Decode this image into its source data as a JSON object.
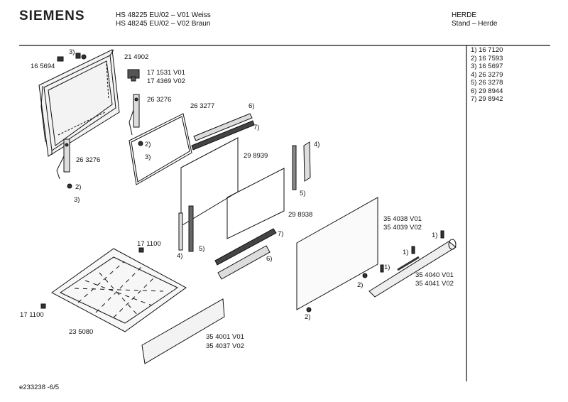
{
  "header": {
    "brand": "SIEMENS",
    "model_line_1": "HS 48225 EU/02 – V01 Weiss",
    "model_line_2": "HS 48245 EU/02 – V02 Braun",
    "category": "HERDE",
    "subcategory": "Stand – Herde"
  },
  "legend": [
    "1) 16 7120",
    "2) 16 7593",
    "3) 16 5697",
    "4) 26 3279",
    "5) 26 3278",
    "6) 29 8944",
    "7) 29 8942"
  ],
  "labels": {
    "p3_top": "3)",
    "p165694": "16 5694",
    "p214902": "21 4902",
    "p171531": "17 1531 V01",
    "p174369": "17 4369 V02",
    "p263276_top": "26 3276",
    "p263277": "26 3277",
    "p6_top": "6)",
    "p7_top": "7)",
    "p2_mid": "2)",
    "p3_mid": "3)",
    "p263276_left": "26 3276",
    "p2_left": "2)",
    "p3_left": "3)",
    "p298939": "29 8939",
    "p4_right": "4)",
    "p5_right": "5)",
    "p298938": "29 8938",
    "p171100_top": "17 1100",
    "p4_left": "4)",
    "p5_left": "5)",
    "p7_bottom": "7)",
    "p6_bottom": "6)",
    "p354038": "35 4038 V01",
    "p354039": "35 4039 V02",
    "p1_a": "1)",
    "p1_b": "1)",
    "p1_c": "1)",
    "p354040": "35 4040 V01",
    "p354041": "35 4041 V02",
    "p2_door_a": "2)",
    "p2_door_b": "2)",
    "p171100_left": "17 1100",
    "p235080": "23 5080",
    "p354001": "35 4001 V01",
    "p354037": "35 4037 V02"
  },
  "footer": {
    "drawing_id": "e233238 -6/5"
  }
}
